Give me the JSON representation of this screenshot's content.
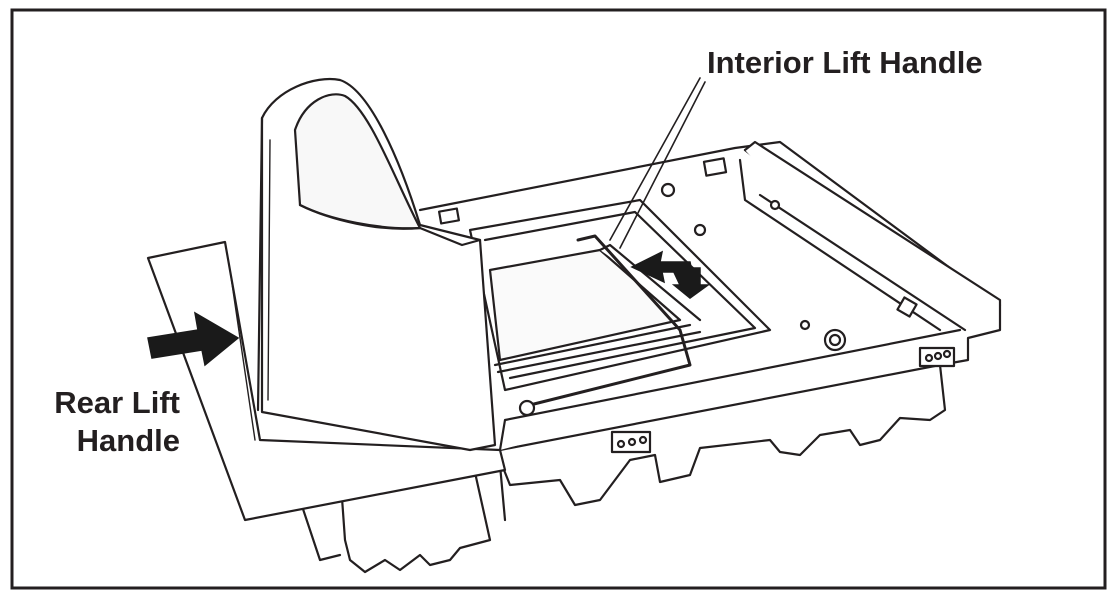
{
  "labels": {
    "interior_lift_handle": "Interior Lift Handle",
    "rear_lift_handle_line1": "Rear Lift",
    "rear_lift_handle_line2": "Handle"
  },
  "colors": {
    "ink": "#231f20",
    "arrow_fill": "#1a1a1a",
    "background": "#ffffff"
  }
}
